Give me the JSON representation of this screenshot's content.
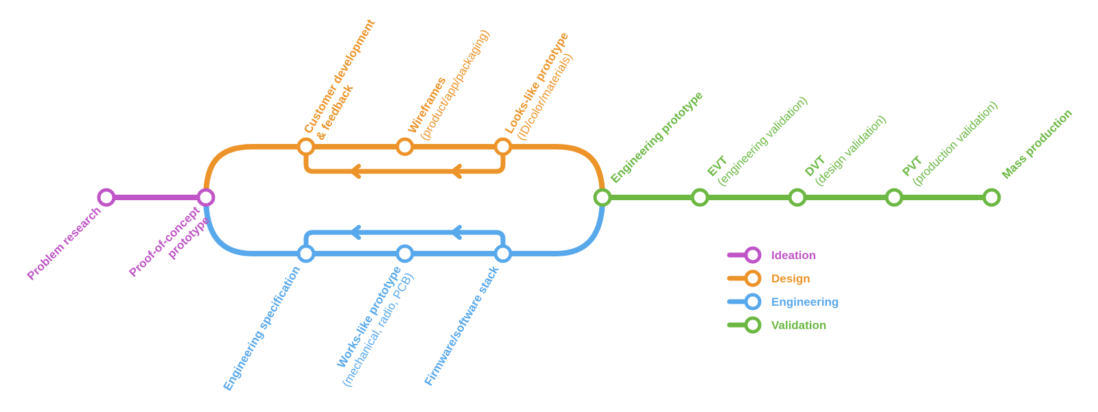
{
  "colors": {
    "ideation": "#bf55c6",
    "design": "#ec9429",
    "engineering": "#58a8ec",
    "validation": "#6cb843"
  },
  "ideation": {
    "problem_research": "Problem research",
    "poc_line1": "Proof-of-concept",
    "poc_line2": "prototype"
  },
  "design": {
    "customer_line1": "Customer development",
    "customer_line2": "& feedback",
    "wireframes": "Wireframes",
    "wireframes_sub": "(product/app/packaging)",
    "lookslike": "Looks-like prototype",
    "lookslike_sub": "(ID/color/materials)"
  },
  "engineering": {
    "spec": "Engineering specification",
    "workslike": "Works-like prototype",
    "workslike_sub": "(mechanical, radio, PCB)",
    "firmware": "Firmware/software stack"
  },
  "validation": {
    "eng_proto": "Engineering prototype",
    "evt": "EVT",
    "evt_sub": "(engineering validation)",
    "dvt": "DVT",
    "dvt_sub": "(design validation)",
    "pvt": "PVT",
    "pvt_sub": "(production validation)",
    "mass": "Mass production"
  },
  "legend": {
    "items": [
      {
        "label": "Ideation",
        "color": "#bf55c6"
      },
      {
        "label": "Design",
        "color": "#ec9429"
      },
      {
        "label": "Engineering",
        "color": "#58a8ec"
      },
      {
        "label": "Validation",
        "color": "#6cb843"
      }
    ]
  }
}
